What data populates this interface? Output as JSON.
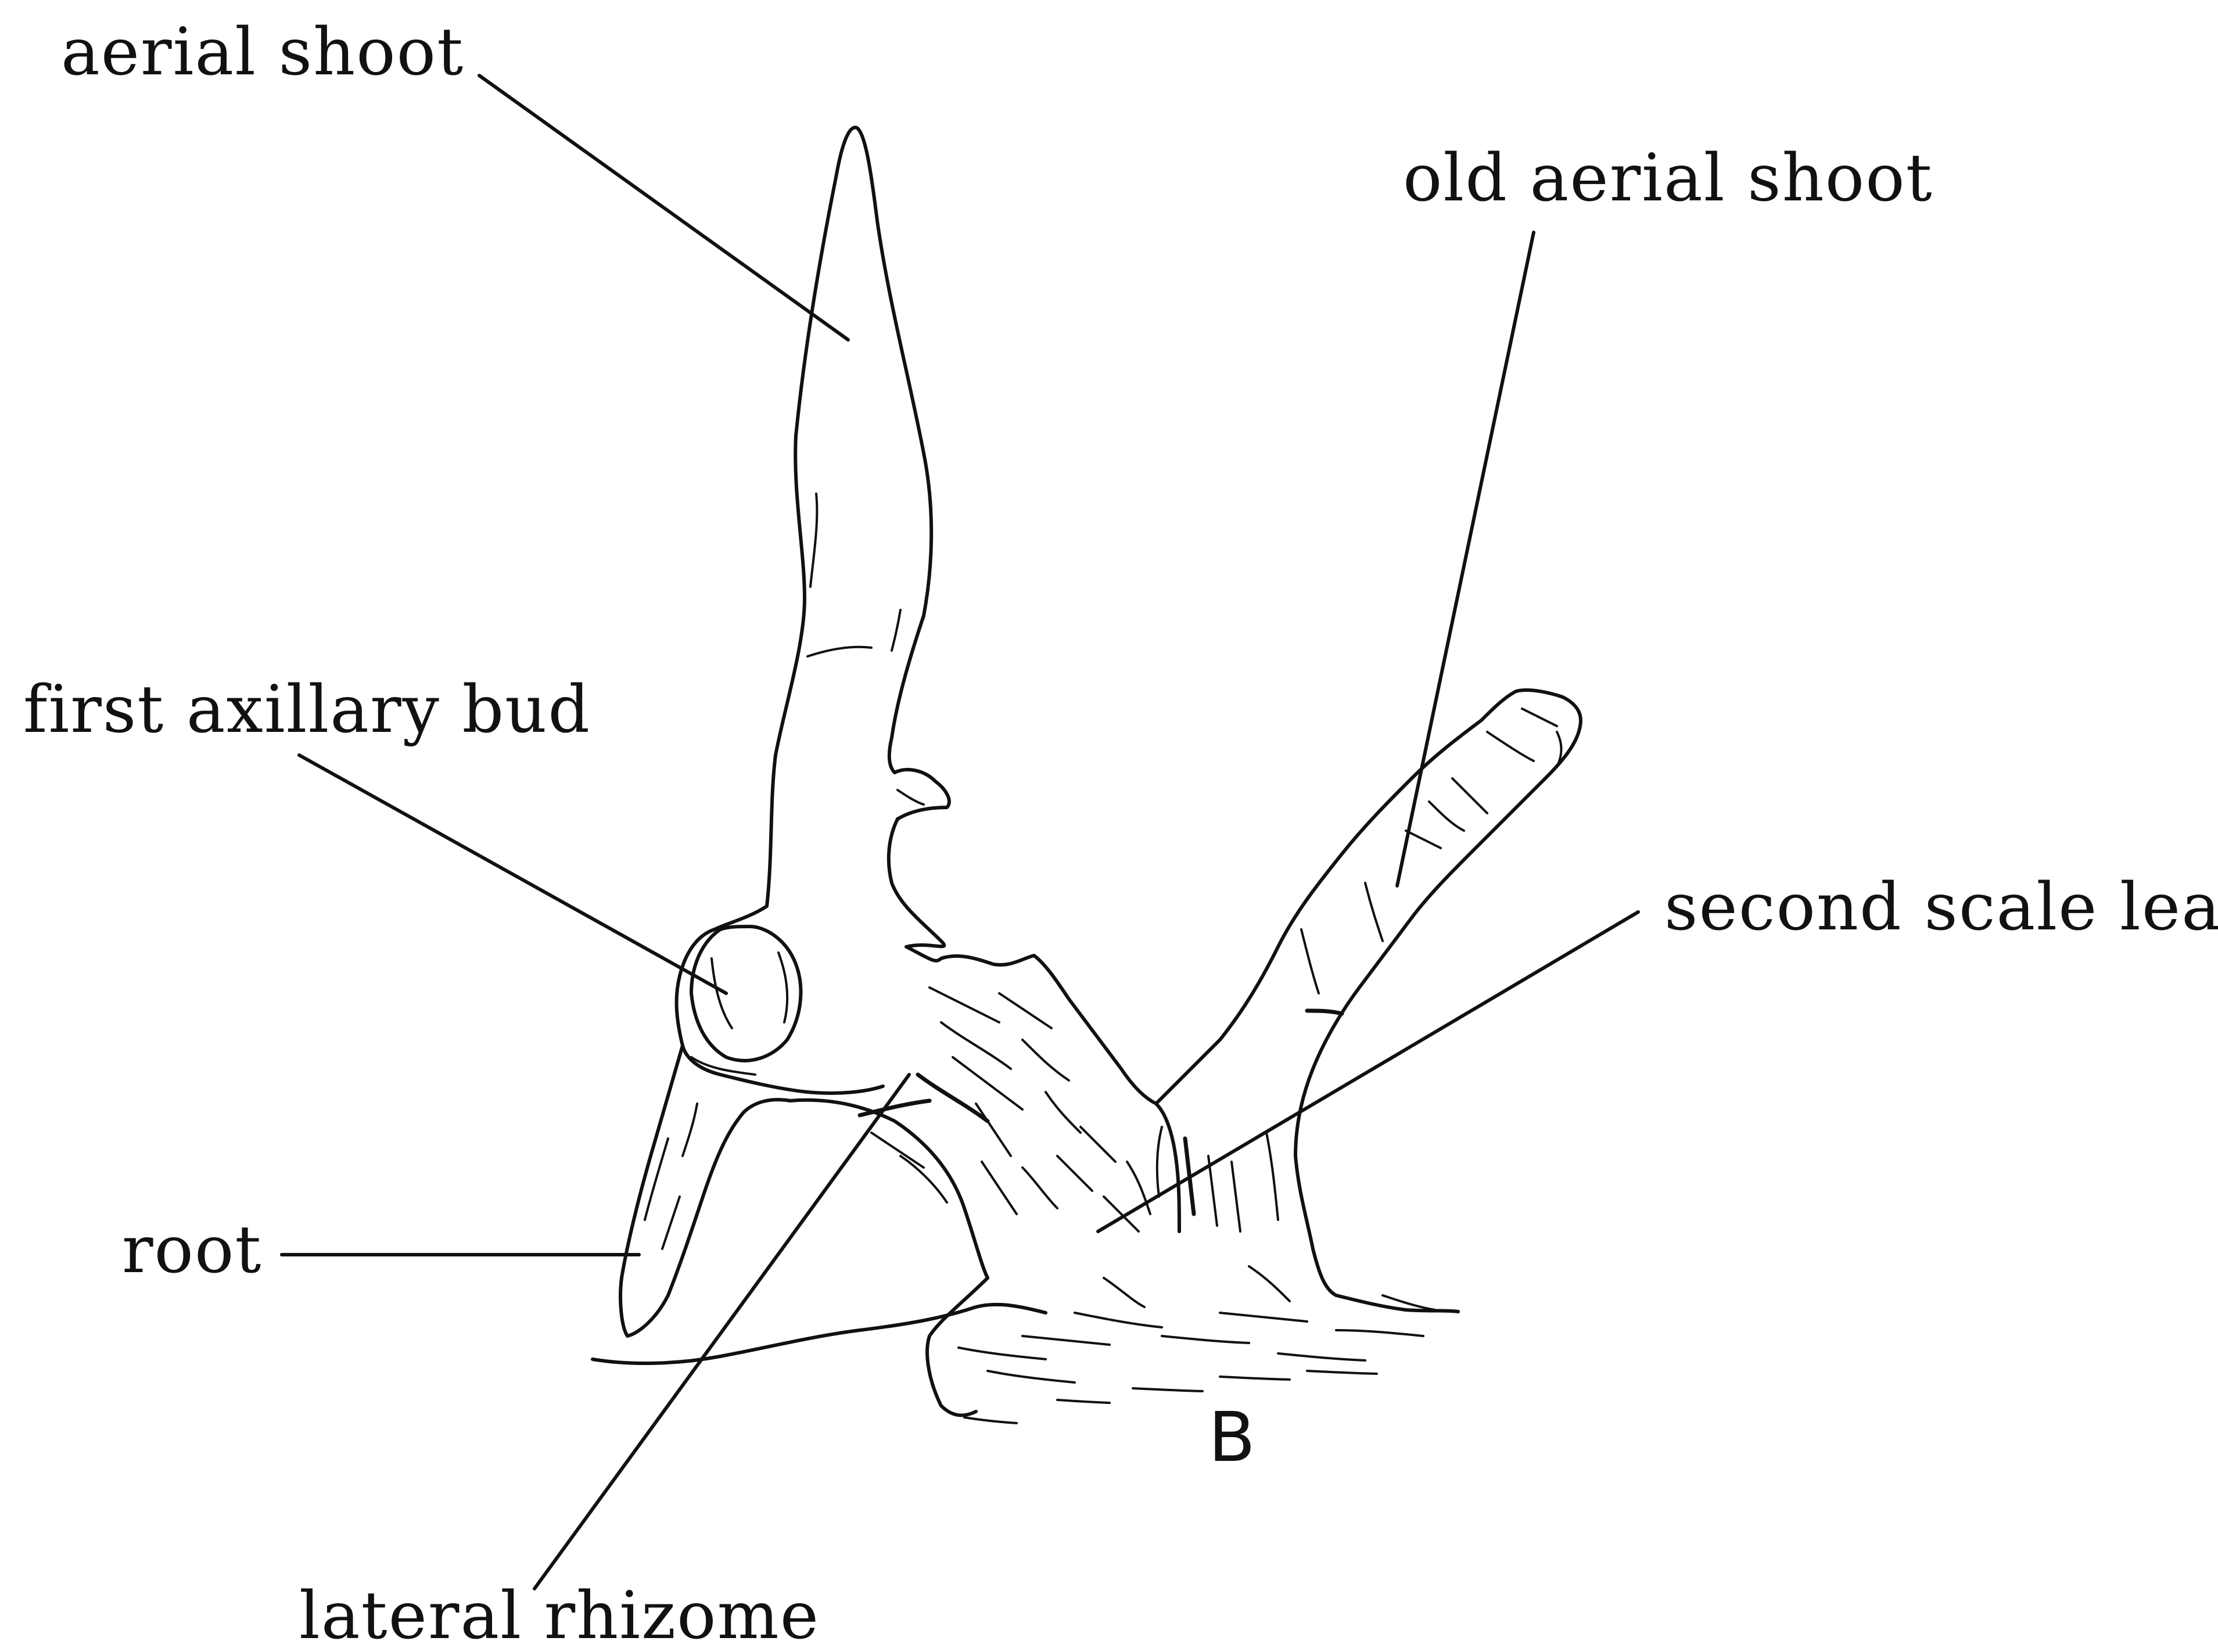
{
  "figure": {
    "panel_letter": "B",
    "labels": {
      "aerial_shoot": "aerial shoot",
      "old_aerial_shoot": "old aerial shoot",
      "first_axillary_bud": "first axillary bud",
      "second_scale_leaf": "second scale leaf",
      "root": "root",
      "lateral_rhizome": "lateral rhizome"
    }
  }
}
